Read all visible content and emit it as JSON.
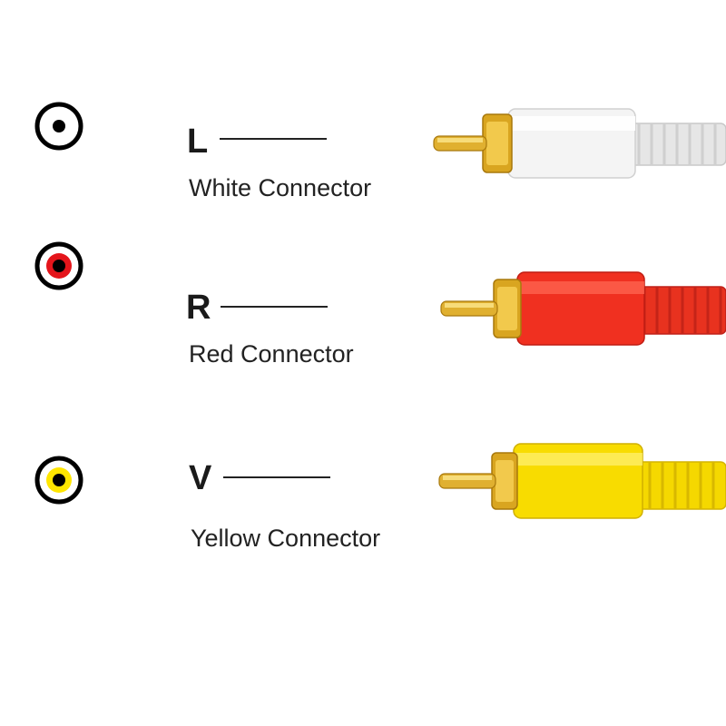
{
  "connectors": [
    {
      "letter": "L",
      "caption": "White Connector",
      "icon": "white-jack-icon",
      "ring_color": "#000000",
      "center_color": "#ffffff",
      "plug_color": "#f2f2f2"
    },
    {
      "letter": "R",
      "caption": "Red Connector",
      "icon": "red-jack-icon",
      "ring_color": "#000000",
      "center_color": "#e4151b",
      "plug_color": "#f03020"
    },
    {
      "letter": "V",
      "caption": "Yellow Connector",
      "icon": "yellow-jack-icon",
      "ring_color": "#000000",
      "center_color": "#ffe600",
      "plug_color": "#f5d800"
    }
  ],
  "colors": {
    "gold_tip": "#d9a520",
    "gold_dark": "#a8780c",
    "text": "#222222"
  }
}
